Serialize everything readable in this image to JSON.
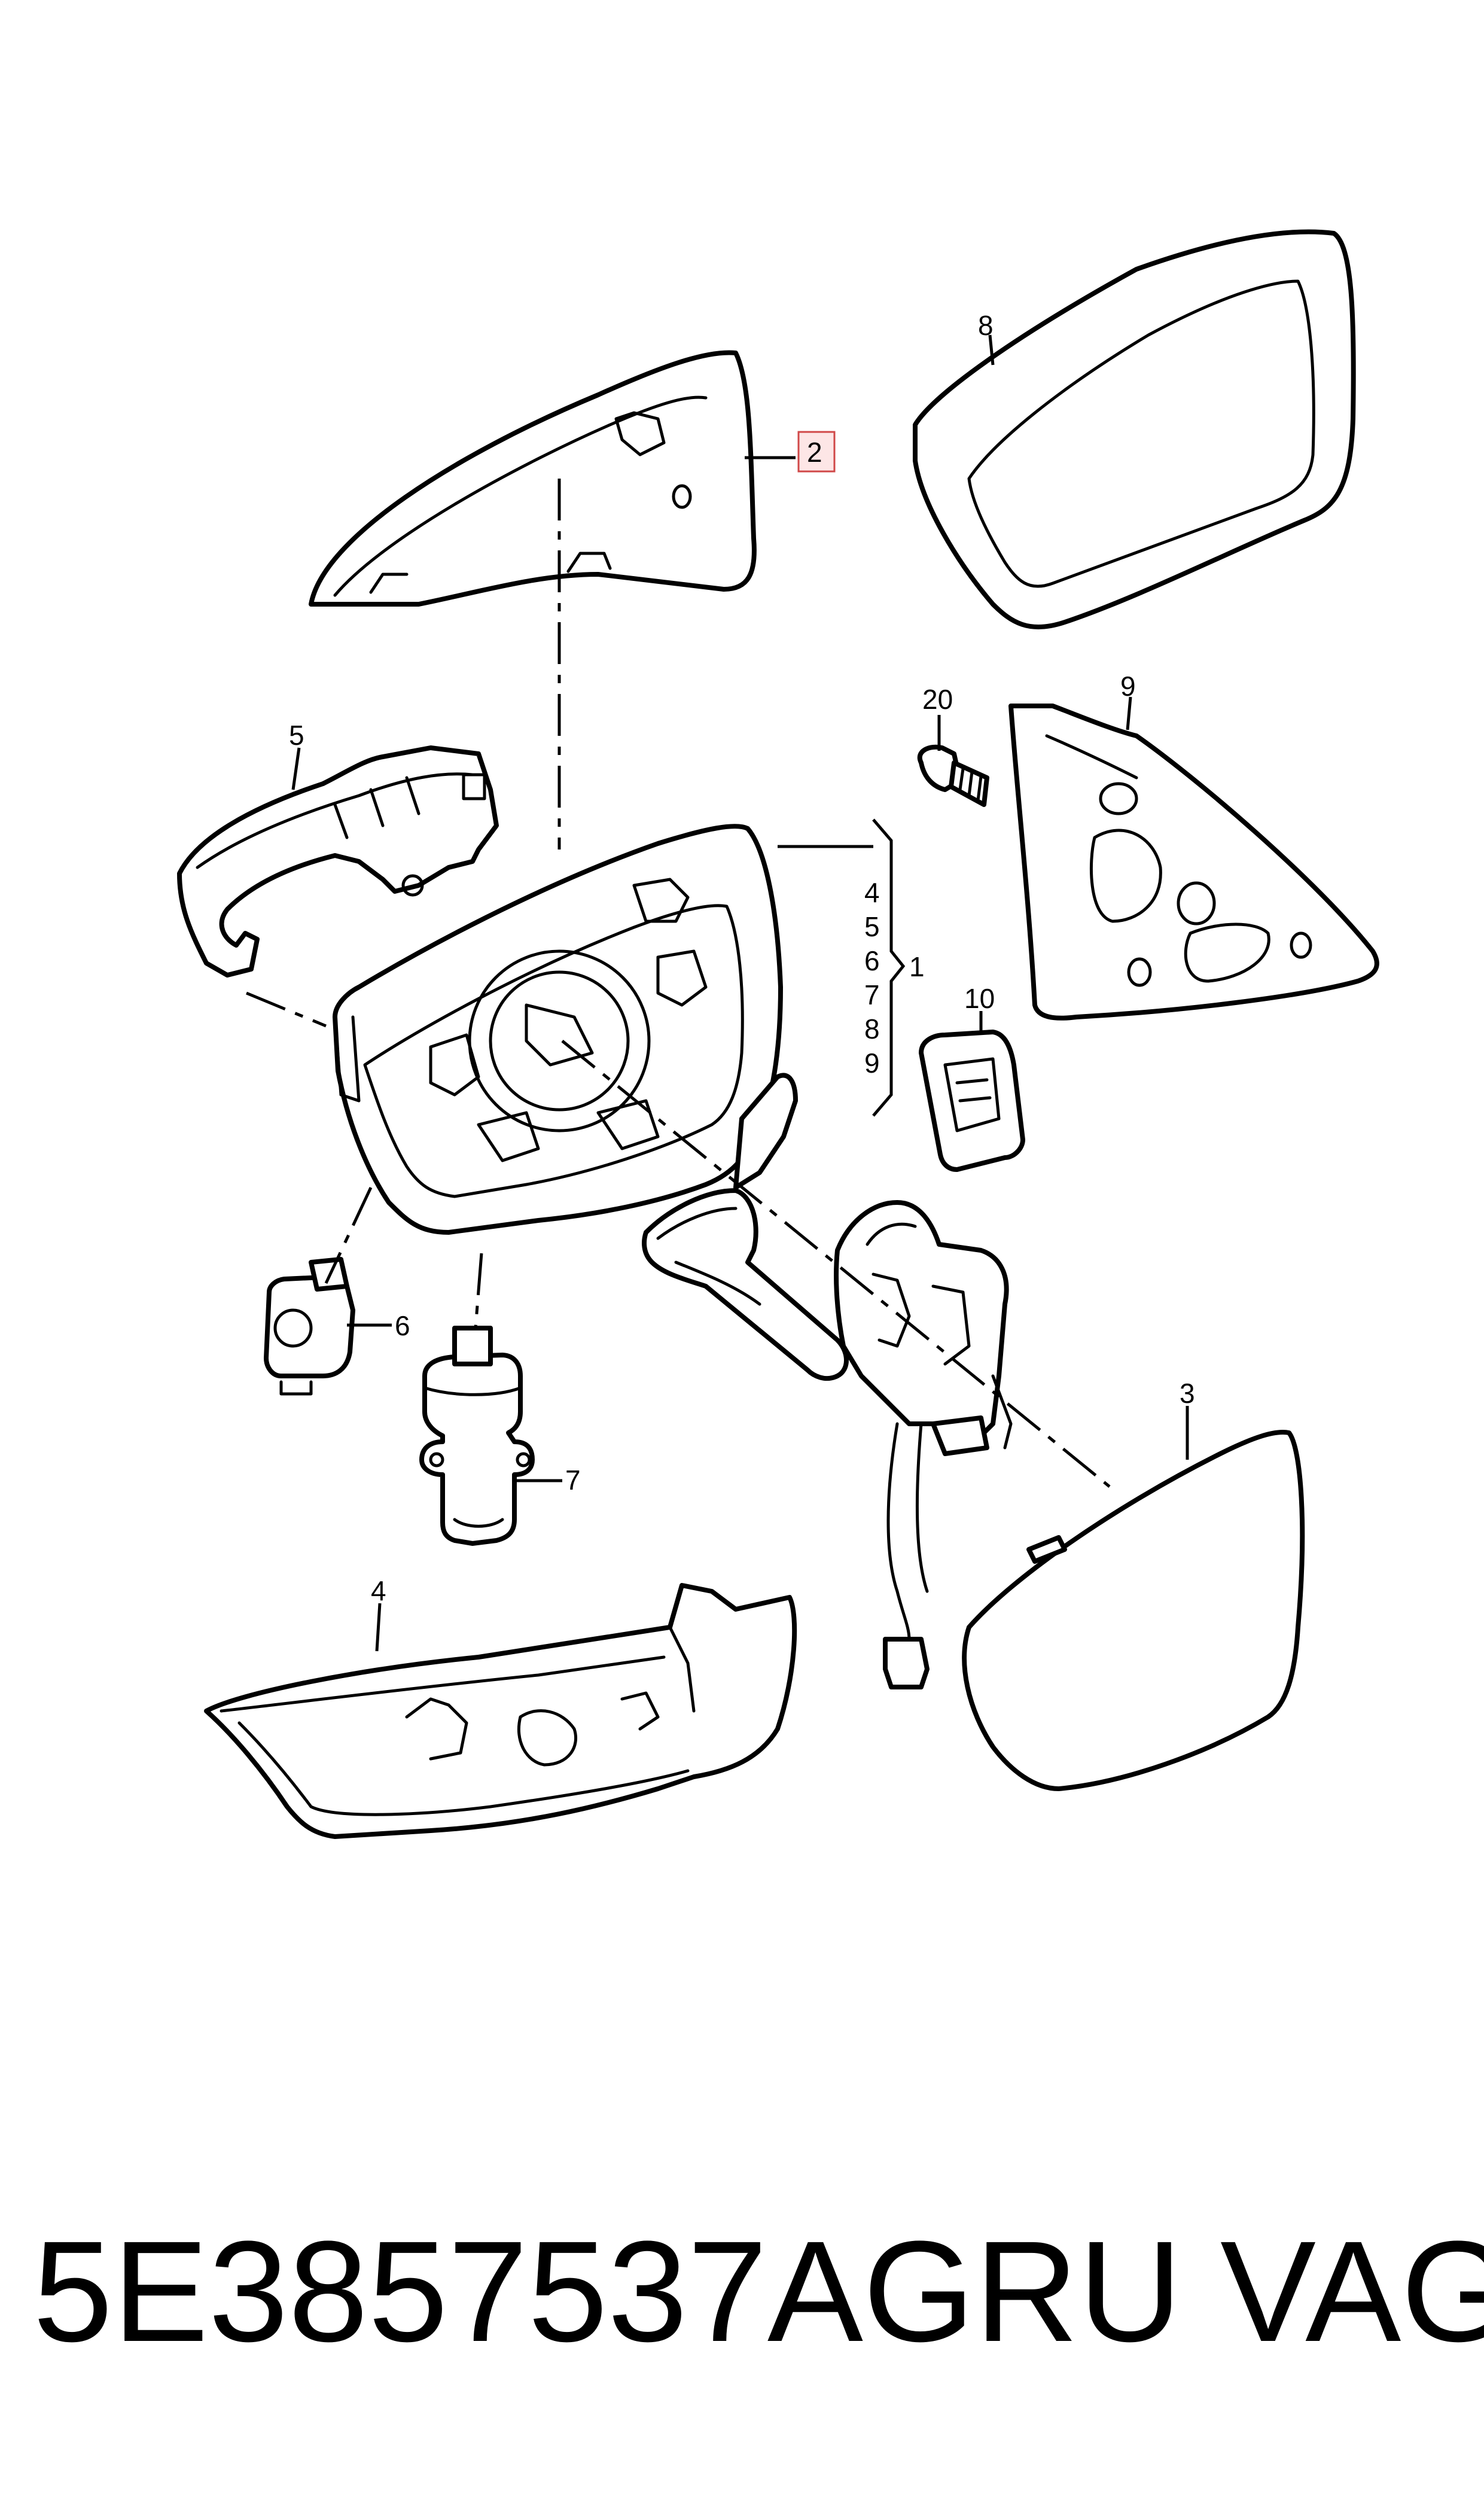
{
  "callouts": {
    "c1": "1",
    "c2": "2",
    "c3": "3",
    "c4": "4",
    "c5": "5",
    "c6": "6",
    "c7": "7",
    "c8": "8",
    "c9": "9",
    "c10": "10",
    "c20": "20"
  },
  "group": {
    "items": [
      "4",
      "5",
      "6",
      "7",
      "8",
      "9"
    ],
    "label": "1"
  },
  "footer": {
    "part_number": "5E3857537AGRU",
    "brand": "VAG"
  },
  "colors": {
    "line": "#000000",
    "highlight_fill": "#fde6e6",
    "highlight_stroke": "#d04848"
  }
}
